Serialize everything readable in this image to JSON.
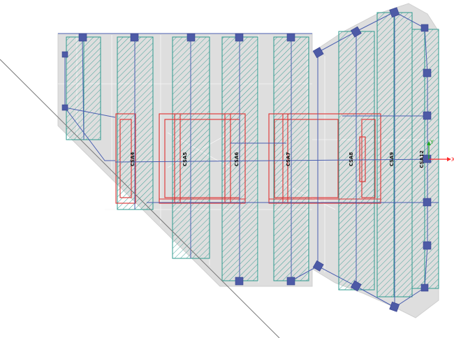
{
  "colors": {
    "background": "#ffffff",
    "slab": "#dedede",
    "strip": "#2e9a8e",
    "beam_line": "#4a5fb0",
    "column": "#4d5aa6",
    "wall": "#e03030",
    "mesh": "#f4f4f4",
    "axis_x": "#ff2a2a",
    "axis_y": "#22aa22"
  },
  "strips": [
    {
      "id": "s4",
      "label": "CSA4"
    },
    {
      "id": "s5",
      "label": "CSA5"
    },
    {
      "id": "s6",
      "label": "CSA6"
    },
    {
      "id": "s7",
      "label": "CSA7"
    },
    {
      "id": "s8",
      "label": "CSA8"
    },
    {
      "id": "s9",
      "label": "CSA9"
    },
    {
      "id": "s12",
      "label": "CSA12"
    }
  ],
  "axes": {
    "x_label": "X",
    "y_label": "Y"
  }
}
